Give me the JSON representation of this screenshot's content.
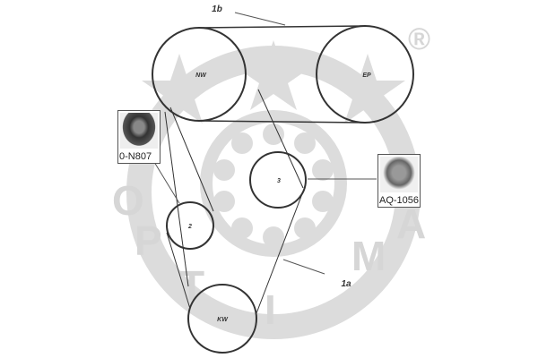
{
  "diagram": {
    "pulleys": [
      {
        "id": "nw",
        "label": "NW"
      },
      {
        "id": "ep",
        "label": "EP"
      },
      {
        "id": "p3",
        "label": "3"
      },
      {
        "id": "p2",
        "label": "2"
      },
      {
        "id": "kw",
        "label": "KW"
      }
    ],
    "belt_labels": {
      "upper": "1b",
      "lower": "1a"
    },
    "parts": [
      {
        "code": "0-N807"
      },
      {
        "code": "AQ-1056"
      }
    ],
    "watermark": {
      "letters": [
        "O",
        "P",
        "T",
        "I",
        "M",
        "A"
      ],
      "registered": "®"
    },
    "colors": {
      "line": "#333333",
      "watermark": "#d9d9d9"
    }
  }
}
